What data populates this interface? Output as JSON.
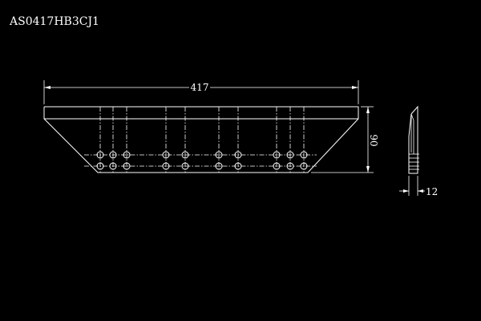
{
  "drawing": {
    "part_number": "AS0417HB3CJ1",
    "dimensions": {
      "length": "417",
      "height": "90",
      "thickness": "12"
    }
  },
  "colors": {
    "background": "#000000",
    "lines": "#ffffff"
  }
}
